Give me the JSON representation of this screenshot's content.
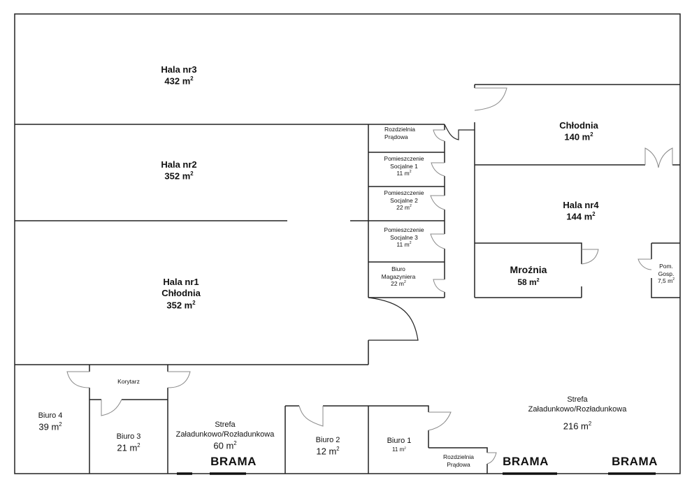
{
  "rooms": {
    "hala3": {
      "name": "Hala nr3",
      "area": "432 m"
    },
    "hala2": {
      "name": "Hala nr2",
      "area": "352 m"
    },
    "hala1": {
      "name": "Hala nr1",
      "name2": "Chłodnia",
      "area": "352 m"
    },
    "rozdz_top": {
      "name": "Rozdzielnia",
      "name2": "Prądowa"
    },
    "socj1": {
      "name": "Pomieszczenie",
      "name2": "Socjalne 1",
      "area": "11 m"
    },
    "socj2": {
      "name": "Pomieszczenie",
      "name2": "Socjalne 2",
      "area": "22 m"
    },
    "socj3": {
      "name": "Pomieszczenie",
      "name2": "Socjalne 3",
      "area": "11 m"
    },
    "biuro_mag": {
      "name": "Biuro",
      "name2": "Magazyniera",
      "area": "22 m"
    },
    "chlodnia": {
      "name": "Chłodnia",
      "area": "140 m"
    },
    "hala4": {
      "name": "Hala nr4",
      "area": "144 m"
    },
    "mroznia": {
      "name": "Mroźnia",
      "area": "58 m"
    },
    "pom_gosp": {
      "name": "Pom.",
      "name2": "Gosp.",
      "area": "7,5 m"
    },
    "korytarz": {
      "name": "Korytarz"
    },
    "biuro4": {
      "name": "Biuro 4",
      "area": "39 m"
    },
    "biuro3": {
      "name": "Biuro 3",
      "area": "21 m"
    },
    "strefa60": {
      "name": "Strefa",
      "name2": "Załadunkowo/Rozładunkowa",
      "area": "60 m"
    },
    "biuro2": {
      "name": "Biuro 2",
      "area": "12 m"
    },
    "biuro1": {
      "name": "Biuro 1",
      "area": "11 m"
    },
    "rozdz_bottom": {
      "name": "Rozdzielnia",
      "name2": "Prądowa"
    },
    "strefa216": {
      "name": "Strefa",
      "name2": "Załadunkowo/Rozładunkowa",
      "area": "216 m"
    }
  },
  "sq": "2",
  "gates": [
    "BRAMA",
    "BRAMA",
    "BRAMA"
  ]
}
